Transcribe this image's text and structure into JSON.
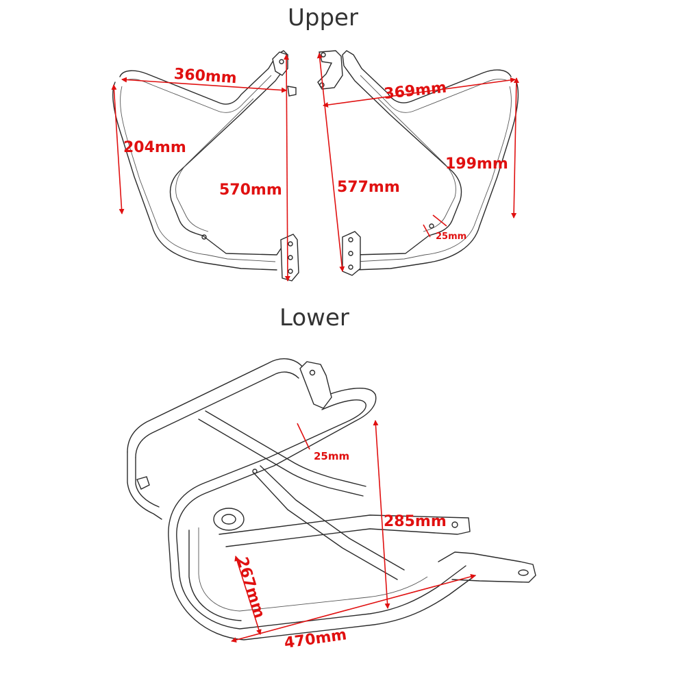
{
  "sections": {
    "upper_title": "Upper",
    "lower_title": "Lower"
  },
  "dimensions": {
    "upper_left_width": "360mm",
    "upper_left_side": "204mm",
    "upper_left_height": "570mm",
    "upper_right_height": "577mm",
    "upper_right_width": "369mm",
    "upper_right_side": "199mm",
    "upper_tube": "25mm",
    "lower_tube": "25mm",
    "lower_height": "285mm",
    "lower_depth": "267mm",
    "lower_width": "470mm"
  },
  "colors": {
    "dimension": "#e01010",
    "frame": "#2a2a2a",
    "title": "#333333"
  }
}
